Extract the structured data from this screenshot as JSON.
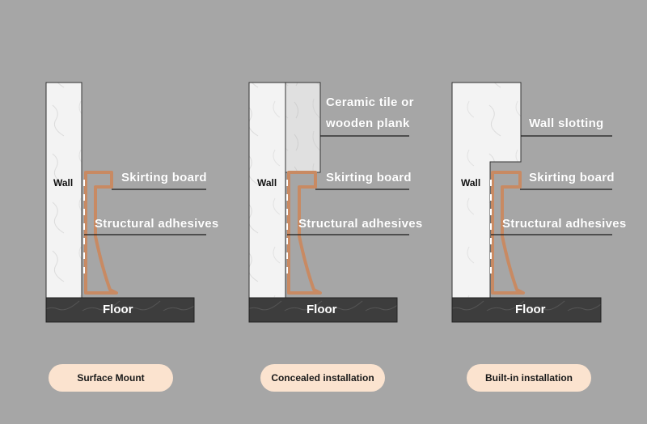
{
  "colors": {
    "background": "#a6a6a6",
    "wall": "#f3f3f3",
    "tile": "#e2e2e2",
    "floor": "#3d3d3d",
    "skirting": "#c88a63",
    "pill": "#fbe3cf",
    "leader": "#1a1a1a"
  },
  "panels": [
    {
      "wall": "Wall",
      "floor": "Floor",
      "skirting": "Skirting board",
      "adhesives": "Structural adhesives",
      "caption": "Surface Mount"
    },
    {
      "wall": "Wall",
      "floor": "Floor",
      "skirting": "Skirting board",
      "adhesives": "Structural adhesives",
      "tile_line1": "Ceramic tile or",
      "tile_line2": "wooden plank",
      "caption": "Concealed installation"
    },
    {
      "wall": "Wall",
      "floor": "Floor",
      "skirting": "Skirting board",
      "adhesives": "Structural adhesives",
      "slot": "Wall slotting",
      "caption": "Built-in installation"
    }
  ]
}
